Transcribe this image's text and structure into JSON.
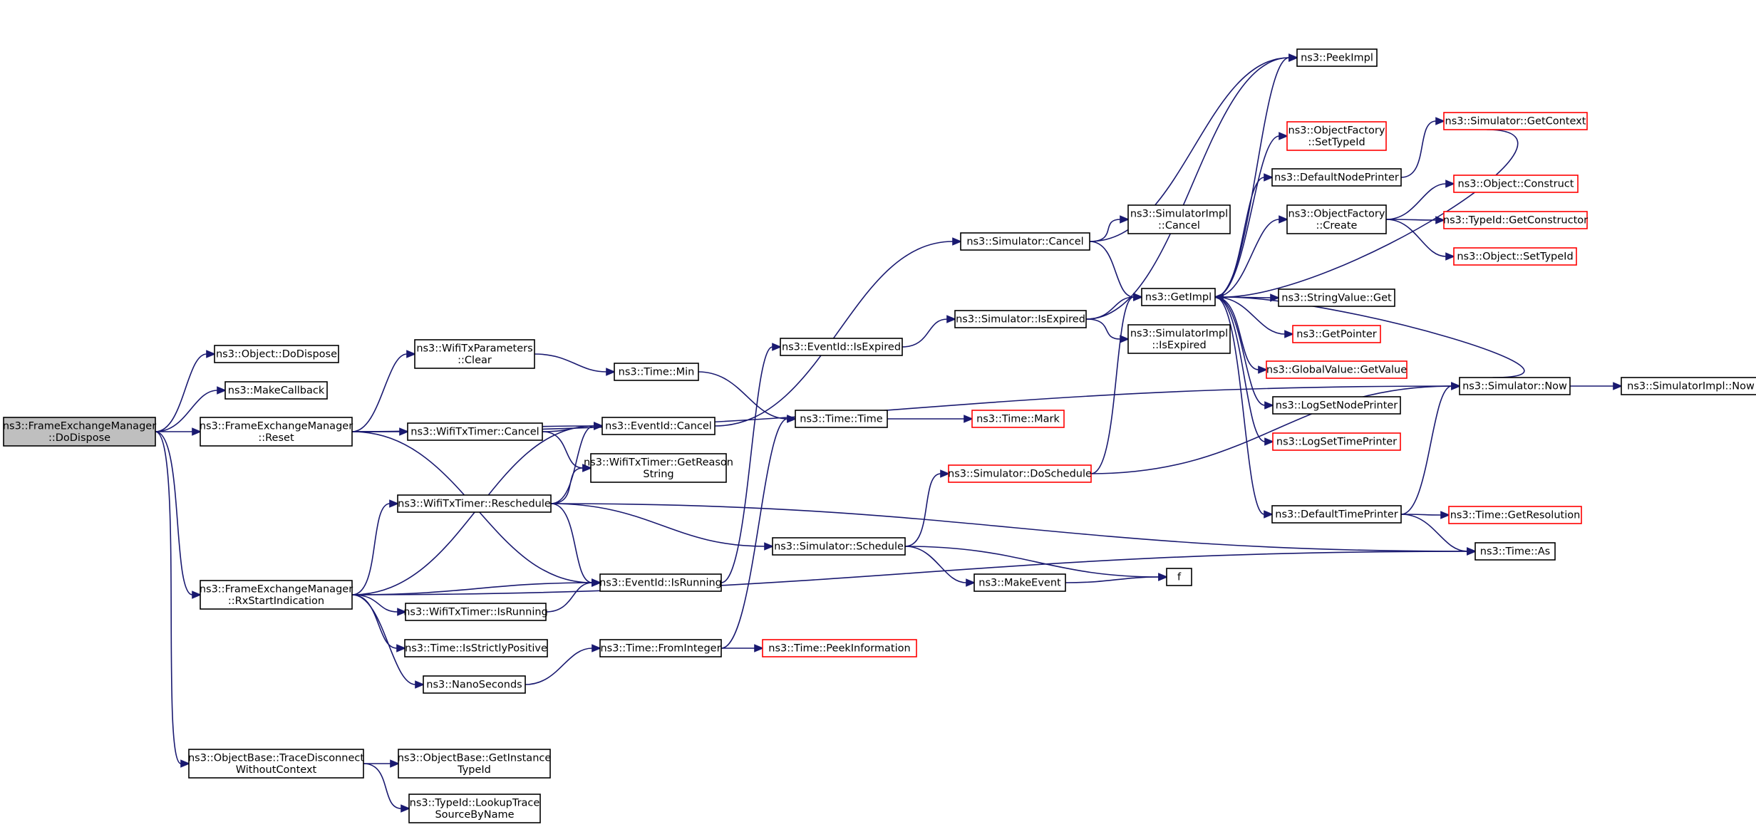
{
  "colors": {
    "edge": "#191970",
    "node_border": "#000000",
    "node_border_incomplete": "#ff0000",
    "root_fill": "#bfbfbf",
    "node_fill": "#ffffff"
  },
  "nodes": [
    {
      "id": "root",
      "lines": [
        "ns3::FrameExchangeManager",
        "::DoDispose"
      ],
      "style": "root"
    },
    {
      "id": "objDoDispose",
      "lines": [
        "ns3::Object::DoDispose"
      ]
    },
    {
      "id": "makeCallback",
      "lines": [
        "ns3::MakeCallback"
      ]
    },
    {
      "id": "femReset",
      "lines": [
        "ns3::FrameExchangeManager",
        "::Reset"
      ]
    },
    {
      "id": "femRx",
      "lines": [
        "ns3::FrameExchangeManager",
        "::RxStartIndication"
      ]
    },
    {
      "id": "traceDisc",
      "lines": [
        "ns3::ObjectBase::TraceDisconnect",
        "WithoutContext"
      ]
    },
    {
      "id": "wtpClear",
      "lines": [
        "ns3::WifiTxParameters",
        "::Clear"
      ]
    },
    {
      "id": "wttCancel",
      "lines": [
        "ns3::WifiTxTimer::Cancel"
      ]
    },
    {
      "id": "wttResched",
      "lines": [
        "ns3::WifiTxTimer::Reschedule"
      ]
    },
    {
      "id": "wttIsRunning",
      "lines": [
        "ns3::WifiTxTimer::IsRunning"
      ]
    },
    {
      "id": "timeIsSP",
      "lines": [
        "ns3::Time::IsStrictlyPositive"
      ]
    },
    {
      "id": "nanoSec",
      "lines": [
        "ns3::NanoSeconds"
      ]
    },
    {
      "id": "getInstTypeId",
      "lines": [
        "ns3::ObjectBase::GetInstance",
        "TypeId"
      ]
    },
    {
      "id": "lookupTrace",
      "lines": [
        "ns3::TypeId::LookupTrace",
        "SourceByName"
      ]
    },
    {
      "id": "timeMin",
      "lines": [
        "ns3::Time::Min"
      ]
    },
    {
      "id": "evCancel",
      "lines": [
        "ns3::EventId::Cancel"
      ]
    },
    {
      "id": "wttGetReason",
      "lines": [
        "ns3::WifiTxTimer::GetReason",
        "String"
      ]
    },
    {
      "id": "evIsRunning",
      "lines": [
        "ns3::EventId::IsRunning"
      ]
    },
    {
      "id": "timeFromInt",
      "lines": [
        "ns3::Time::FromInteger"
      ]
    },
    {
      "id": "timePeekInfo",
      "lines": [
        "ns3::Time::PeekInformation"
      ],
      "style": "red"
    },
    {
      "id": "evIsExpired",
      "lines": [
        "ns3::EventId::IsExpired"
      ]
    },
    {
      "id": "timeTime",
      "lines": [
        "ns3::Time::Time"
      ]
    },
    {
      "id": "simSchedule",
      "lines": [
        "ns3::Simulator::Schedule"
      ]
    },
    {
      "id": "timeMark",
      "lines": [
        "ns3::Time::Mark"
      ],
      "style": "red"
    },
    {
      "id": "simCancel",
      "lines": [
        "ns3::Simulator::Cancel"
      ]
    },
    {
      "id": "simIsExpired",
      "lines": [
        "ns3::Simulator::IsExpired"
      ]
    },
    {
      "id": "simDoSchedule",
      "lines": [
        "ns3::Simulator::DoSchedule"
      ],
      "style": "red"
    },
    {
      "id": "makeEvent",
      "lines": [
        "ns3::MakeEvent"
      ]
    },
    {
      "id": "simImplCancel",
      "lines": [
        "ns3::SimulatorImpl",
        "::Cancel"
      ]
    },
    {
      "id": "getImpl",
      "lines": [
        "ns3::GetImpl"
      ]
    },
    {
      "id": "simImplIsExpired",
      "lines": [
        "ns3::SimulatorImpl",
        "::IsExpired"
      ]
    },
    {
      "id": "f",
      "lines": [
        "f"
      ]
    },
    {
      "id": "peekImpl",
      "lines": [
        "ns3::PeekImpl"
      ]
    },
    {
      "id": "objFactSetTypeId",
      "lines": [
        "ns3::ObjectFactory",
        "::SetTypeId"
      ],
      "style": "red"
    },
    {
      "id": "defNodePrinter",
      "lines": [
        "ns3::DefaultNodePrinter"
      ]
    },
    {
      "id": "objFactCreate",
      "lines": [
        "ns3::ObjectFactory",
        "::Create"
      ]
    },
    {
      "id": "strValGet",
      "lines": [
        "ns3::StringValue::Get"
      ]
    },
    {
      "id": "getPointer",
      "lines": [
        "ns3::GetPointer"
      ],
      "style": "red"
    },
    {
      "id": "globValGetValue",
      "lines": [
        "ns3::GlobalValue::GetValue"
      ],
      "style": "red"
    },
    {
      "id": "logSetNodePrinter",
      "lines": [
        "ns3::LogSetNodePrinter"
      ]
    },
    {
      "id": "logSetTimePrinter",
      "lines": [
        "ns3::LogSetTimePrinter"
      ],
      "style": "red"
    },
    {
      "id": "defTimePrinter",
      "lines": [
        "ns3::DefaultTimePrinter"
      ]
    },
    {
      "id": "simGetContext",
      "lines": [
        "ns3::Simulator::GetContext"
      ],
      "style": "red"
    },
    {
      "id": "objConstruct",
      "lines": [
        "ns3::Object::Construct"
      ],
      "style": "red"
    },
    {
      "id": "typeIdGetCtor",
      "lines": [
        "ns3::TypeId::GetConstructor"
      ],
      "style": "red"
    },
    {
      "id": "objSetTypeId",
      "lines": [
        "ns3::Object::SetTypeId"
      ],
      "style": "red"
    },
    {
      "id": "simNow",
      "lines": [
        "ns3::Simulator::Now"
      ]
    },
    {
      "id": "timeGetRes",
      "lines": [
        "ns3::Time::GetResolution"
      ],
      "style": "red"
    },
    {
      "id": "timeAs",
      "lines": [
        "ns3::Time::As"
      ]
    },
    {
      "id": "simImplNow",
      "lines": [
        "ns3::SimulatorImpl::Now"
      ]
    }
  ],
  "edges": [
    [
      "root",
      "objDoDispose"
    ],
    [
      "root",
      "makeCallback"
    ],
    [
      "root",
      "femReset"
    ],
    [
      "root",
      "femRx"
    ],
    [
      "root",
      "traceDisc"
    ],
    [
      "femReset",
      "wtpClear"
    ],
    [
      "femReset",
      "wttCancel"
    ],
    [
      "femReset",
      "evCancel"
    ],
    [
      "femReset",
      "evIsRunning"
    ],
    [
      "femReset",
      "simNow"
    ],
    [
      "femRx",
      "wttResched"
    ],
    [
      "femRx",
      "wttIsRunning"
    ],
    [
      "femRx",
      "timeIsSP"
    ],
    [
      "femRx",
      "nanoSec"
    ],
    [
      "femRx",
      "evCancel"
    ],
    [
      "femRx",
      "evIsRunning"
    ],
    [
      "femRx",
      "timeAs"
    ],
    [
      "traceDisc",
      "getInstTypeId"
    ],
    [
      "traceDisc",
      "lookupTrace"
    ],
    [
      "wtpClear",
      "timeMin"
    ],
    [
      "wttCancel",
      "evCancel"
    ],
    [
      "wttCancel",
      "wttGetReason"
    ],
    [
      "wttResched",
      "evCancel"
    ],
    [
      "wttResched",
      "wttGetReason"
    ],
    [
      "wttResched",
      "evIsRunning"
    ],
    [
      "wttResched",
      "simSchedule"
    ],
    [
      "wttResched",
      "timeAs"
    ],
    [
      "wttIsRunning",
      "evIsRunning"
    ],
    [
      "nanoSec",
      "timeFromInt"
    ],
    [
      "timeMin",
      "timeTime"
    ],
    [
      "evCancel",
      "simCancel"
    ],
    [
      "evIsRunning",
      "evIsExpired"
    ],
    [
      "timeFromInt",
      "timeTime"
    ],
    [
      "timeFromInt",
      "timePeekInfo"
    ],
    [
      "evIsExpired",
      "simIsExpired"
    ],
    [
      "timeTime",
      "timeMark"
    ],
    [
      "simSchedule",
      "simDoSchedule"
    ],
    [
      "simSchedule",
      "makeEvent"
    ],
    [
      "simSchedule",
      "f"
    ],
    [
      "makeEvent",
      "f"
    ],
    [
      "simCancel",
      "simImplCancel"
    ],
    [
      "simCancel",
      "getImpl"
    ],
    [
      "simCancel",
      "peekImpl"
    ],
    [
      "simIsExpired",
      "getImpl"
    ],
    [
      "simIsExpired",
      "simImplIsExpired"
    ],
    [
      "simIsExpired",
      "peekImpl"
    ],
    [
      "simDoSchedule",
      "getImpl"
    ],
    [
      "simDoSchedule",
      "simNow"
    ],
    [
      "getImpl",
      "peekImpl"
    ],
    [
      "getImpl",
      "objFactSetTypeId"
    ],
    [
      "getImpl",
      "defNodePrinter"
    ],
    [
      "getImpl",
      "objFactCreate"
    ],
    [
      "getImpl",
      "strValGet"
    ],
    [
      "getImpl",
      "getPointer"
    ],
    [
      "getImpl",
      "globValGetValue"
    ],
    [
      "getImpl",
      "logSetNodePrinter"
    ],
    [
      "getImpl",
      "logSetTimePrinter"
    ],
    [
      "getImpl",
      "defTimePrinter"
    ],
    [
      "defNodePrinter",
      "simGetContext"
    ],
    [
      "simGetContext",
      "getImpl"
    ],
    [
      "objFactCreate",
      "objConstruct"
    ],
    [
      "objFactCreate",
      "typeIdGetCtor"
    ],
    [
      "objFactCreate",
      "objSetTypeId"
    ],
    [
      "simNow",
      "getImpl"
    ],
    [
      "simNow",
      "simImplNow"
    ],
    [
      "defTimePrinter",
      "simNow"
    ],
    [
      "defTimePrinter",
      "timeGetRes"
    ],
    [
      "defTimePrinter",
      "timeAs"
    ]
  ]
}
